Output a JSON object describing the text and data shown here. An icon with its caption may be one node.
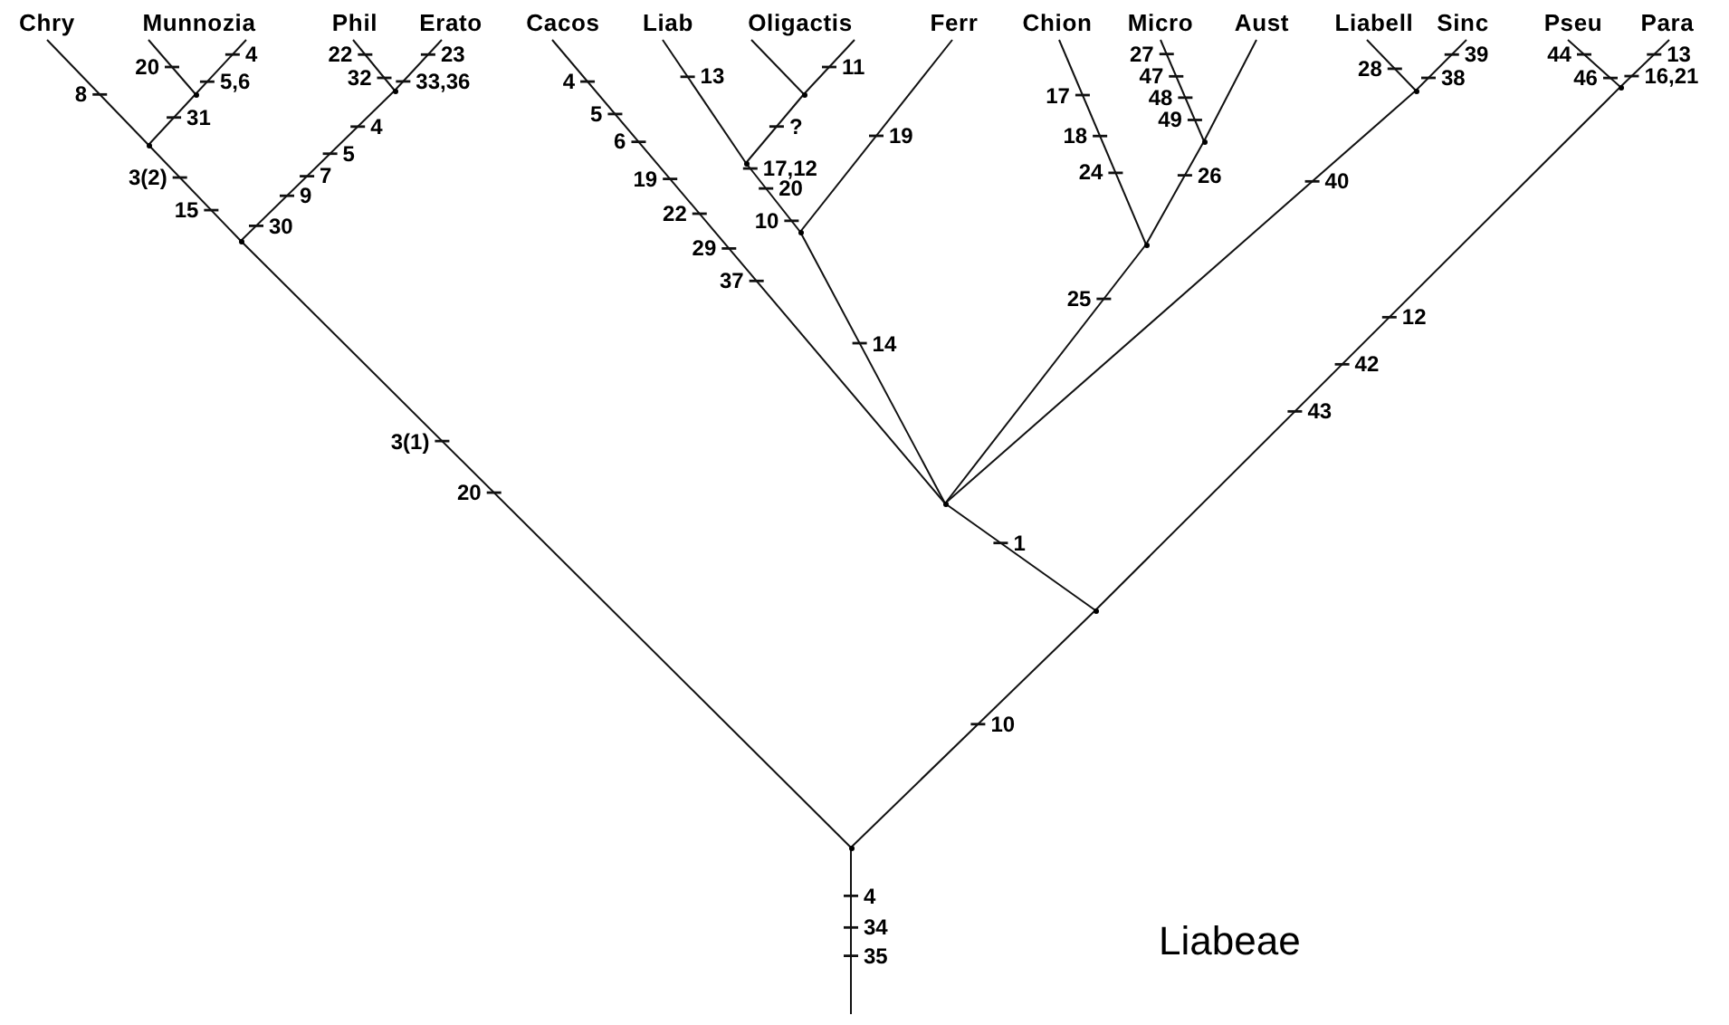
{
  "diagram": {
    "nodes": [
      {
        "text": [
          "Chry"
        ]
      },
      {
        "text": [
          "Munnozia"
        ]
      },
      {
        "text": [
          "Phil"
        ]
      },
      {
        "text": [
          "Erato"
        ]
      },
      {
        "text": [
          "Cacos"
        ]
      },
      {
        "text": [
          "Liab"
        ]
      },
      {
        "text": [
          "Oligactis"
        ]
      },
      {
        "text": [
          "Ferr"
        ]
      },
      {
        "text": [
          "Chion"
        ]
      },
      {
        "text": [
          "Micro"
        ]
      },
      {
        "text": [
          "Aust"
        ]
      },
      {
        "text": [
          "Liabell"
        ]
      },
      {
        "text": [
          "Sinc"
        ]
      },
      {
        "text": [
          "Pseu"
        ]
      },
      {
        "text": [
          "Para"
        ]
      },
      {
        "text": [],
        "shape": "point"
      },
      {
        "text": [],
        "shape": "point"
      },
      {
        "text": [],
        "shape": "point"
      },
      {
        "text": [],
        "shape": "point"
      },
      {
        "text": [],
        "shape": "point"
      },
      {
        "text": [],
        "shape": "point"
      },
      {
        "text": [],
        "shape": "point"
      },
      {
        "text": [],
        "shape": "point"
      },
      {
        "text": [],
        "shape": "point"
      },
      {
        "text": [],
        "shape": "point"
      },
      {
        "text": [],
        "shape": "point"
      },
      {
        "text": [],
        "shape": "point"
      },
      {
        "text": [],
        "shape": "point"
      },
      {
        "text": [],
        "shape": "point"
      }
    ],
    "edges": [
      {
        "from": null,
        "to": 15,
        "arrow": "none"
      },
      {
        "from": 15,
        "to": 16,
        "arrow": "none"
      },
      {
        "from": 16,
        "to": 17,
        "arrow": "none"
      },
      {
        "from": 17,
        "to": 0,
        "arrow": "none"
      },
      {
        "from": 17,
        "to": 18,
        "arrow": "none"
      },
      {
        "from": 18,
        "to": 1,
        "arrow": "none"
      },
      {
        "from": 18,
        "to": 1,
        "arrow": "none"
      },
      {
        "from": 16,
        "to": 19,
        "arrow": "none"
      },
      {
        "from": 19,
        "to": 2,
        "arrow": "none"
      },
      {
        "from": 19,
        "to": 3,
        "arrow": "none"
      },
      {
        "from": 15,
        "to": 27,
        "arrow": "none"
      },
      {
        "from": 27,
        "to": 23,
        "arrow": "none"
      },
      {
        "from": 23,
        "to": 4,
        "arrow": "none"
      },
      {
        "from": 23,
        "to": 22,
        "arrow": "none"
      },
      {
        "from": 22,
        "to": 21,
        "arrow": "none"
      },
      {
        "from": 21,
        "to": 5,
        "arrow": "none"
      },
      {
        "from": 21,
        "to": 20,
        "arrow": "none"
      },
      {
        "from": 20,
        "to": 6,
        "arrow": "none"
      },
      {
        "from": 20,
        "to": 6,
        "arrow": "none"
      },
      {
        "from": 22,
        "to": 7,
        "arrow": "none"
      },
      {
        "from": 23,
        "to": 25,
        "arrow": "none"
      },
      {
        "from": 25,
        "to": 8,
        "arrow": "none"
      },
      {
        "from": 25,
        "to": 24,
        "arrow": "none"
      },
      {
        "from": 24,
        "to": 9,
        "arrow": "none"
      },
      {
        "from": 24,
        "to": 10,
        "arrow": "none"
      },
      {
        "from": 23,
        "to": 26,
        "arrow": "none"
      },
      {
        "from": 26,
        "to": 11,
        "arrow": "none"
      },
      {
        "from": 26,
        "to": 12,
        "arrow": "none"
      },
      {
        "from": 27,
        "to": 28,
        "arrow": "none"
      },
      {
        "from": 28,
        "to": 13,
        "arrow": "none"
      },
      {
        "from": 28,
        "to": 14,
        "arrow": "none"
      }
    ],
    "labels": [
      "20",
      "4",
      "8",
      "5,6",
      "31",
      "3(2)",
      "15",
      "30",
      "9",
      "7",
      "5",
      "4",
      "22",
      "32",
      "23",
      "33,36",
      "4",
      "5",
      "6",
      "19",
      "22",
      "29",
      "37",
      "13",
      "11",
      "?",
      "17,12",
      "20",
      "10",
      "19",
      "14",
      "17",
      "18",
      "24",
      "25",
      "27",
      "47",
      "48",
      "49",
      "26",
      "28",
      "39",
      "38",
      "40",
      "44",
      "46",
      "13",
      "16,21",
      "12",
      "42",
      "43",
      "3(1)",
      "20",
      "1",
      "10",
      "4",
      "34",
      "35",
      "Liabeae"
    ]
  }
}
